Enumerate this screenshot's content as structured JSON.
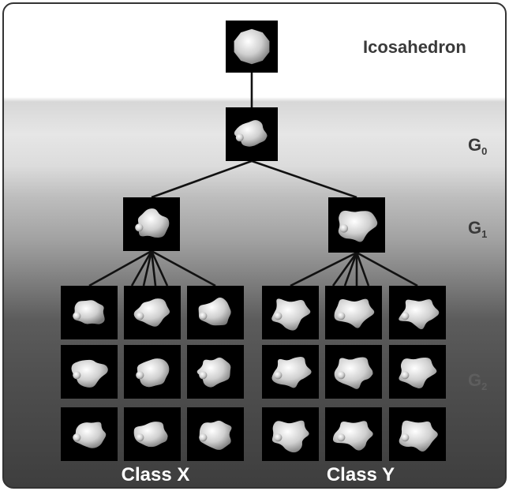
{
  "labels": {
    "top": "Icosahedron",
    "g0_base": "G",
    "g0_sub": "0",
    "g1_base": "G",
    "g1_sub": "1",
    "g2_base": "G",
    "g2_sub": "2"
  },
  "classes": {
    "x": "Class X",
    "y": "Class Y"
  },
  "colors": {
    "tile": "#000000",
    "line": "#111111",
    "shape": "#d2d2d2"
  }
}
